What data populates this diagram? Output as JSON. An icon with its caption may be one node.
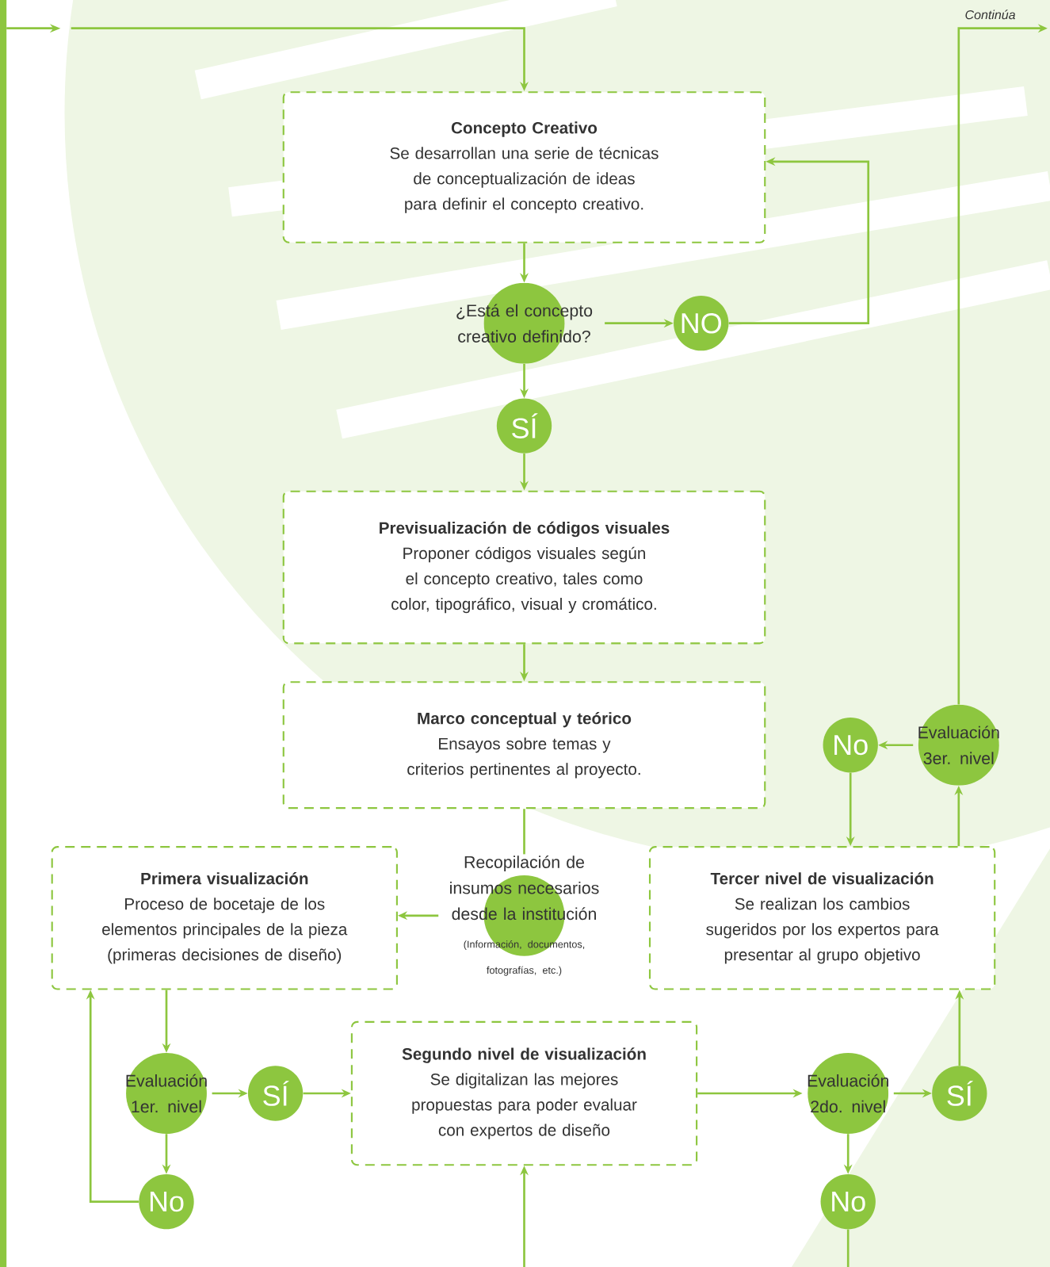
{
  "diagram": {
    "nodes": [
      {
        "text": [
          "Concepto Creativo",
          "Se desarrollan una serie de técnicas de conceptualización de ideas para definir el concepto creativo."
        ]
      },
      {
        "text": [
          "¿Está el concepto creativo definido?"
        ]
      },
      {
        "text": [
          "NO"
        ]
      },
      {
        "text": [
          "SÍ"
        ]
      },
      {
        "text": [
          "Previsualización de códigos visuales",
          "Proponer códigos visuales según el concepto creativo, tales como color, tipográfico, visual y cromático."
        ]
      },
      {
        "text": [
          "Marco conceptual y teórico",
          "Ensayos sobre temas y criterios pertinentes al proyecto."
        ]
      },
      {
        "text": [
          "Recopilación de insumos necesarios desde la institución",
          "(Información, documentos, fotografías, etc.)"
        ]
      },
      {
        "text": [
          "Primera visualización",
          "Proceso de bocetaje de los elementos principales de la pieza (primeras decisiones de diseño)"
        ]
      },
      {
        "text": [
          "Evaluación 1er. nivel"
        ]
      },
      {
        "text": [
          "SÍ"
        ]
      },
      {
        "text": [
          "No"
        ]
      },
      {
        "text": [
          "Segundo nivel de visualización",
          "Se digitalizan las mejores propuestas para poder evaluar con expertos de diseño"
        ]
      },
      {
        "text": [
          "Evaluación 2do. nivel"
        ]
      },
      {
        "text": [
          "SÍ"
        ]
      },
      {
        "text": [
          "No"
        ]
      },
      {
        "text": [
          "Tercer nivel de visualización",
          "Se realizan los cambios sugeridos por los expertos para presentar al grupo objetivo"
        ]
      },
      {
        "text": [
          "Evaluación 3er. nivel"
        ]
      },
      {
        "text": [
          "No"
        ]
      }
    ],
    "edges": [
      {
        "from": null,
        "to": 0,
        "arrow": "to"
      },
      {
        "from": 0,
        "to": 1,
        "arrow": "to"
      },
      {
        "from": 1,
        "to": 2,
        "arrow": "to"
      },
      {
        "from": 2,
        "to": 0,
        "arrow": "to"
      },
      {
        "from": 1,
        "to": 3,
        "arrow": "to"
      },
      {
        "from": 3,
        "to": 4,
        "arrow": "to"
      },
      {
        "from": 4,
        "to": 5,
        "arrow": "to"
      },
      {
        "from": 5,
        "to": 6,
        "arrow": "none"
      },
      {
        "from": 6,
        "to": 7,
        "arrow": "to"
      },
      {
        "from": 7,
        "to": 8,
        "arrow": "to"
      },
      {
        "from": 8,
        "to": 9,
        "arrow": "to"
      },
      {
        "from": 9,
        "to": 11,
        "arrow": "to"
      },
      {
        "from": 8,
        "to": 10,
        "arrow": "to"
      },
      {
        "from": 10,
        "to": 7,
        "arrow": "to"
      },
      {
        "from": 11,
        "to": 12,
        "arrow": "to"
      },
      {
        "from": 12,
        "to": 13,
        "arrow": "to"
      },
      {
        "from": 13,
        "to": 15,
        "arrow": "to"
      },
      {
        "from": 12,
        "to": 14,
        "arrow": "to"
      },
      {
        "from": 14,
        "to": null,
        "arrow": "none"
      },
      {
        "from": null,
        "to": 11,
        "arrow": "to"
      },
      {
        "from": 15,
        "to": 16,
        "arrow": "to"
      },
      {
        "from": 16,
        "to": 17,
        "arrow": "to"
      },
      {
        "from": 17,
        "to": 15,
        "arrow": "to"
      },
      {
        "from": 16,
        "to": null,
        "arrow": "to"
      }
    ],
    "labels": [
      "Continúa"
    ]
  }
}
